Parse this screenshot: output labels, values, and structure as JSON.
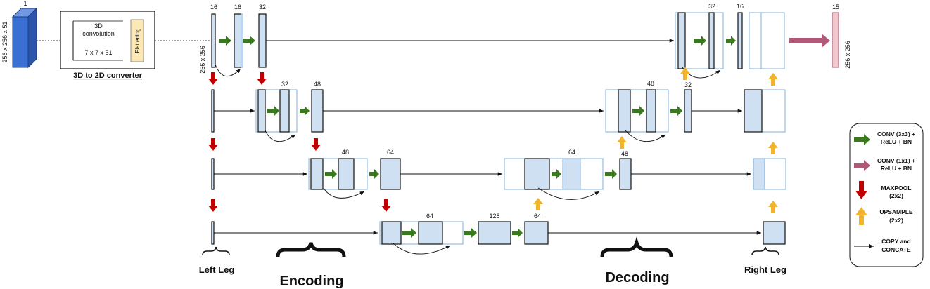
{
  "input": {
    "channels": "1",
    "size": "256 x 256 x 51"
  },
  "converter": {
    "conv_title": "3D",
    "conv_title2": "convolution",
    "kernel": "7 x 7 x 51",
    "flatten": "Flattening",
    "caption": "3D to 2D converter"
  },
  "top_size": "256 x 256",
  "output": {
    "channels": "15",
    "size": "256 x 256"
  },
  "channels": {
    "l1_a": "16",
    "l1_b": "16",
    "l1_c": "32",
    "l2_a": "32",
    "l2_b": "48",
    "l3_a": "48",
    "l3_b": "64",
    "l4_a": "64",
    "l4_b": "128",
    "l4_c": "64",
    "d3_a": "64",
    "d3_b": "48",
    "d2_a": "48",
    "d2_b": "32",
    "d1_a": "32",
    "d1_b": "16"
  },
  "sections": {
    "left_leg": "Left Leg",
    "encoding": "Encoding",
    "decoding": "Decoding",
    "right_leg": "Right Leg"
  },
  "legend": {
    "conv3": "CONV (3x3) +",
    "conv3b": "ReLU + BN",
    "conv1": "CONV (1x1) +",
    "conv1b": "ReLU + BN",
    "maxpool": "MAXPOOL",
    "maxpool_b": "(2x2)",
    "upsample": "UPSAMPLE",
    "upsample_b": "(2x2)",
    "copy": "COPY and",
    "copy_b": "CONCATE"
  },
  "colors": {
    "block_fill": "#cfe0f2",
    "block_stroke": "#111111",
    "concat_stroke": "#7fb0dc",
    "input_cube": "#3a6fd4",
    "green_arrow": "#3a7a1e",
    "red_arrow": "#c00000",
    "up_arrow": "#f2b42c",
    "conv1x1_arrow": "#b05878",
    "output_fill": "#f2c7cc"
  }
}
